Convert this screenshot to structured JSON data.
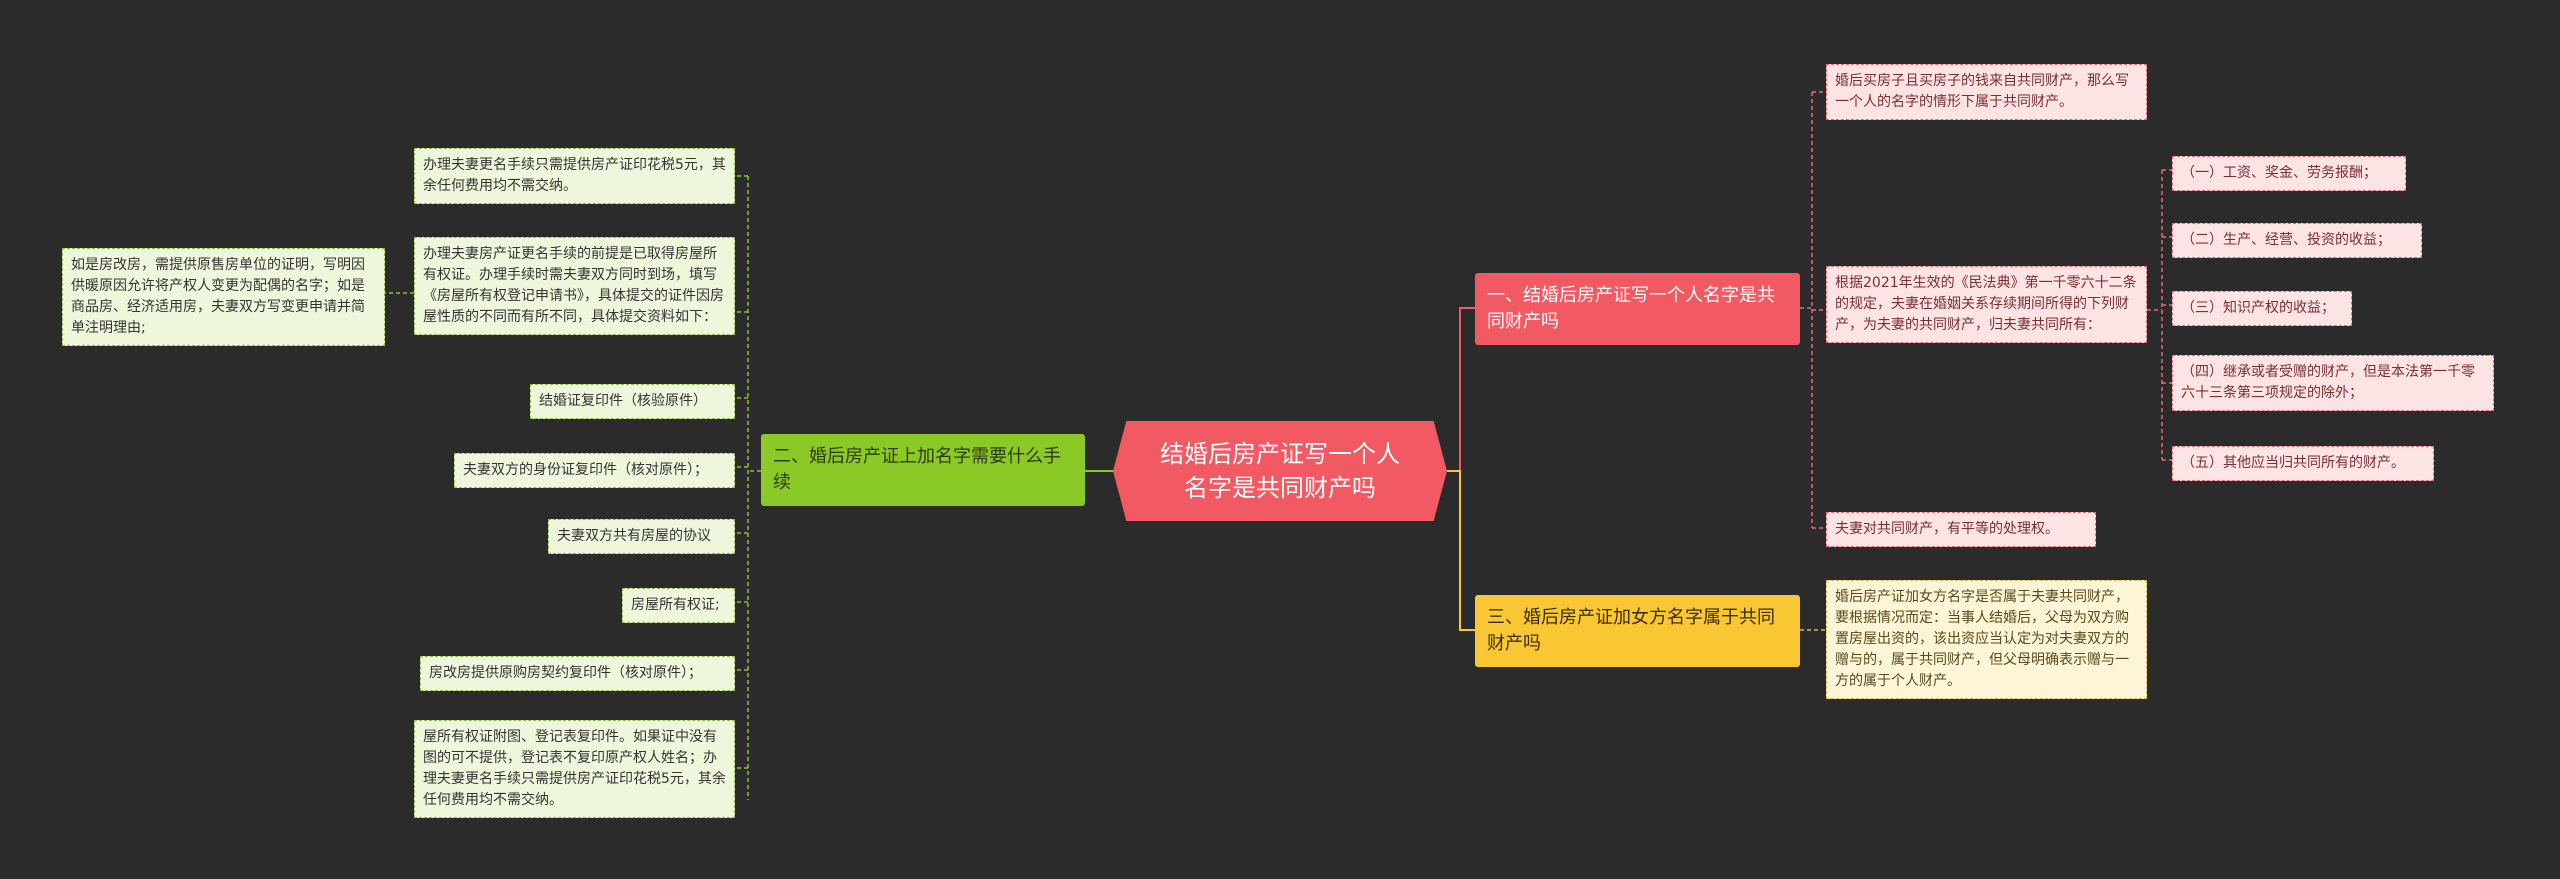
{
  "root": {
    "label": "结婚后房产证写一个人名字是共同财产吗"
  },
  "branches": {
    "left": {
      "label": "二、婚后房产证上加名字需要什么手续"
    },
    "right1": {
      "label": "一、结婚后房产证写一个人名字是共同财产吗"
    },
    "right2": {
      "label": "三、婚后房产证加女方名字属于共同财产吗"
    }
  },
  "left_leaves": [
    "办理夫妻更名手续只需提供房产证印花税5元，其余任何费用均不需交纳。",
    "办理夫妻房产证更名手续的前提是已取得房屋所有权证。办理手续时需夫妻双方同时到场，填写《房屋所有权登记申请书》，具体提交的证件因房屋性质的不同而有所不同，具体提交资料如下：",
    "结婚证复印件（核验原件）",
    "夫妻双方的身份证复印件（核对原件）；",
    "夫妻双方共有房屋的协议",
    "房屋所有权证;",
    "房改房提供原购房契约复印件（核对原件）；",
    "屋所有权证附图、登记表复印件。如果证中没有图的可不提供，登记表不复印原产权人姓名；办理夫妻更名手续只需提供房产证印花税5元，其余任何费用均不需交纳。"
  ],
  "far_left_leaf": "如是房改房，需提供原售房单位的证明，写明因供暖原因允许将产权人变更为配偶的名字；如是商品房、经济适用房，夫妻双方写变更申请并简单注明理由;",
  "right1_leaves": [
    "婚后买房子且买房子的钱来自共同财产，那么写一个人的名字的情形下属于共同财产。",
    "根据2021年生效的《民法典》第一千零六十二条的规定，夫妻在婚姻关系存续期间所得的下列财产，为夫妻的共同财产，归夫妻共同所有：",
    "夫妻对共同财产，有平等的处理权。"
  ],
  "civil_code_items": [
    "（一）工资、奖金、劳务报酬；",
    "（二）生产、经营、投资的收益；",
    "（三）知识产权的收益；",
    "（四）继承或者受赠的财产，但是本法第一千零六十三条第三项规定的除外；",
    "（五）其他应当归共同所有的财产。"
  ],
  "right2_leaf": "婚后房产证加女方名字是否属于夫妻共同财产，要根据情况而定：当事人结婚后，父母为双方购置房屋出资的，该出资应当认定为对夫妻双方的赠与的，属于共同财产，但父母明确表示赠与一方的属于个人财产。",
  "colors": {
    "background": "#2b2b2b",
    "root": "#f25a63",
    "green": "#8ac926",
    "red": "#f25a63",
    "yellow": "#f9c733"
  }
}
